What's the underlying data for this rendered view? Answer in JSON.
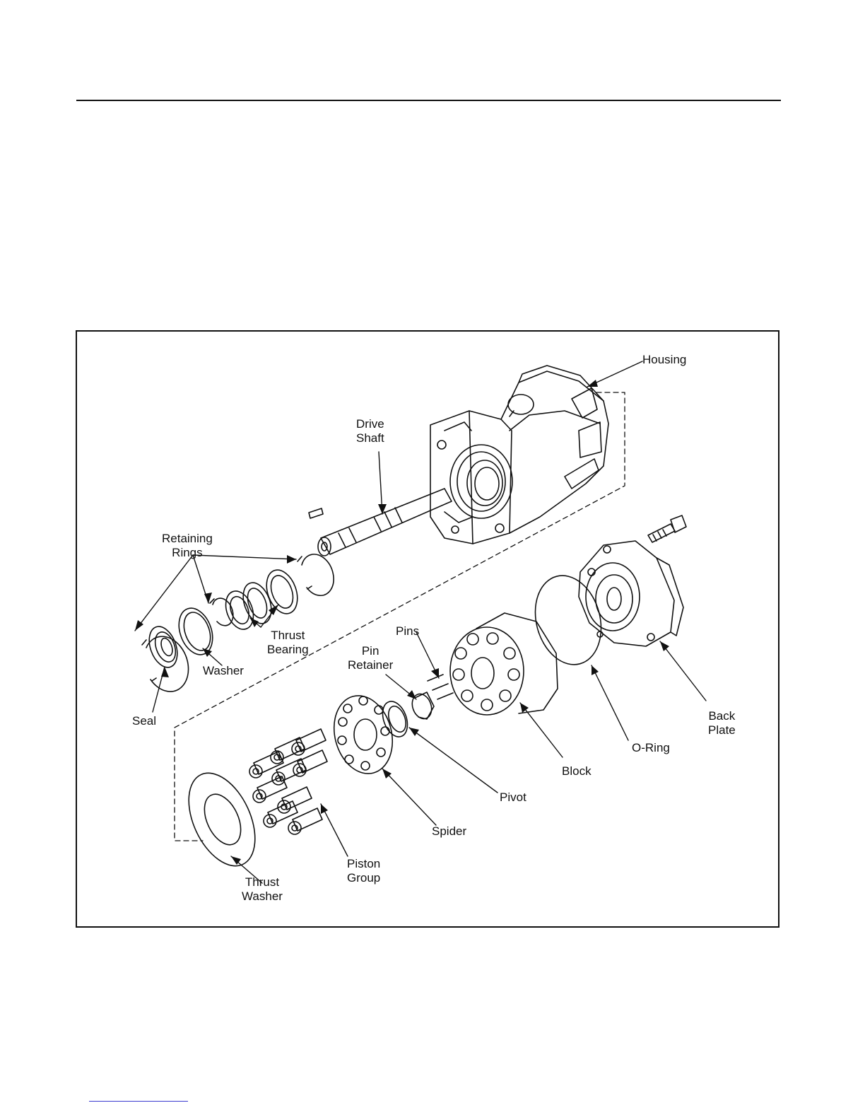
{
  "figure": {
    "labels": {
      "housing": "Housing",
      "drive_shaft": [
        "Drive",
        "Shaft"
      ],
      "retaining_rings": [
        "Retaining",
        "Rings"
      ],
      "thrust_bearing": [
        "Thrust",
        "Bearing"
      ],
      "washer": "Washer",
      "seal": "Seal",
      "pins": "Pins",
      "pin_retainer": [
        "Pin",
        "Retainer"
      ],
      "back_plate": [
        "Back",
        "Plate"
      ],
      "o_ring": "O-Ring",
      "block": "Block",
      "pivot": "Pivot",
      "spider": "Spider",
      "piston_group": [
        "Piston",
        "Group"
      ],
      "thrust_washer": [
        "Thrust",
        "Washer"
      ]
    }
  }
}
